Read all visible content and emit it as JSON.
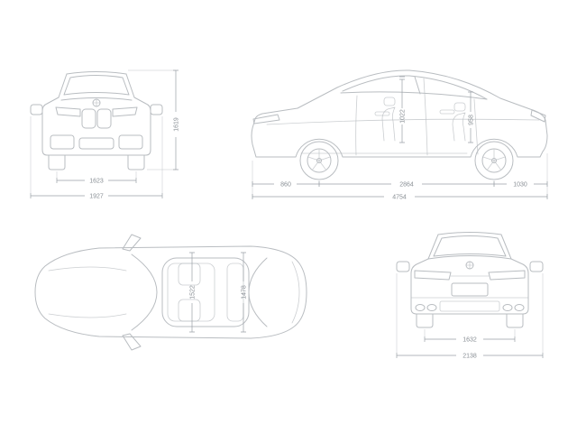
{
  "meta": {
    "title": "Vehicle dimensions technical drawing",
    "unit": "mm"
  },
  "colors": {
    "background": "#ffffff",
    "car_line": "#b9bdc1",
    "dim_line": "#9aa0a6",
    "label_text": "#898f95"
  },
  "front_view": {
    "track_front": "1623",
    "overall_width": "1927",
    "height": "1619"
  },
  "side_view": {
    "front_overhang": "860",
    "wheelbase": "2864",
    "rear_overhang": "1030",
    "overall_length": "4754",
    "headroom_front": "1022",
    "headroom_rear": "958"
  },
  "top_view": {
    "interior_width_front": "1522",
    "interior_width_rear": "1478"
  },
  "rear_view": {
    "track_rear": "1632",
    "width_incl_mirrors": "2138"
  }
}
